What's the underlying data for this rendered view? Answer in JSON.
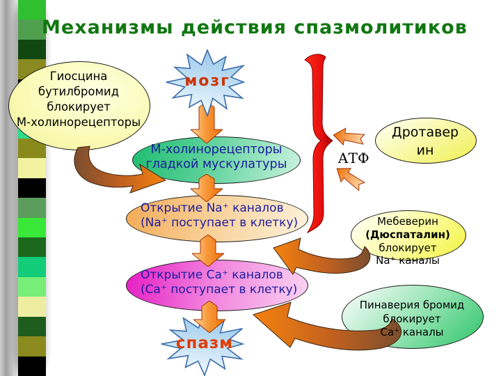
{
  "title": {
    "text": "Механизмы действия спазмолитиков"
  },
  "left_bar": {
    "stripe_colors": [
      "#2fbf2f",
      "#4f9f4f",
      "#114811",
      "#8a8a22",
      "#000000",
      "#6e6e12",
      "#2ddd8c",
      "#8a8a1c",
      "#f2f2a2",
      "#000000",
      "#5c9c5c",
      "#39e839",
      "#1c681c",
      "#12cc7a",
      "#77ee77",
      "#eeeea2",
      "#1d5c1d",
      "#8a8a1e",
      "#000000"
    ]
  },
  "flow": {
    "brain": "мозг",
    "receptors": {
      "lines": [
        "М-холинорецепторы",
        "гладкой мускулатуры"
      ]
    },
    "na": {
      "lines": [
        "Открытие Na⁺ каналов",
        "(Na⁺ поступает в клетку)"
      ]
    },
    "ca": {
      "lines": [
        "Открытие Ca⁺ каналов",
        "(Ca⁺ поступает в клетку)"
      ]
    },
    "spasm": "спазм",
    "atf": "АТФ"
  },
  "bubbles": {
    "hyoscine": {
      "lines": [
        "Гиосцина",
        "бутилбромид",
        "блокирует",
        "М-холинорецепторы"
      ]
    },
    "drotaverine": {
      "lines": [
        "Дротавер",
        "ин"
      ]
    },
    "mebeverine": {
      "lines": [
        "Мебеверин",
        "(Дюспаталин)",
        "блокирует",
        "Na⁺ каналы"
      ]
    },
    "pinaverium": {
      "lines": [
        "Пинаверия бромид",
        "блокирует",
        "Ca⁺ каналы"
      ]
    }
  },
  "colors": {
    "title": "#117711",
    "flow_text": "#1c1c9e",
    "brain_text": "#cc3300",
    "spasm_text": "#e03c00",
    "atf_text": "#000000",
    "ribbon_red": "#e60f0f",
    "arrow_orange": "#ee7212",
    "swoosh_brown": "#7a4e2e",
    "star_fill": "#a8d4f0",
    "star_border": "#3a6ba8"
  }
}
